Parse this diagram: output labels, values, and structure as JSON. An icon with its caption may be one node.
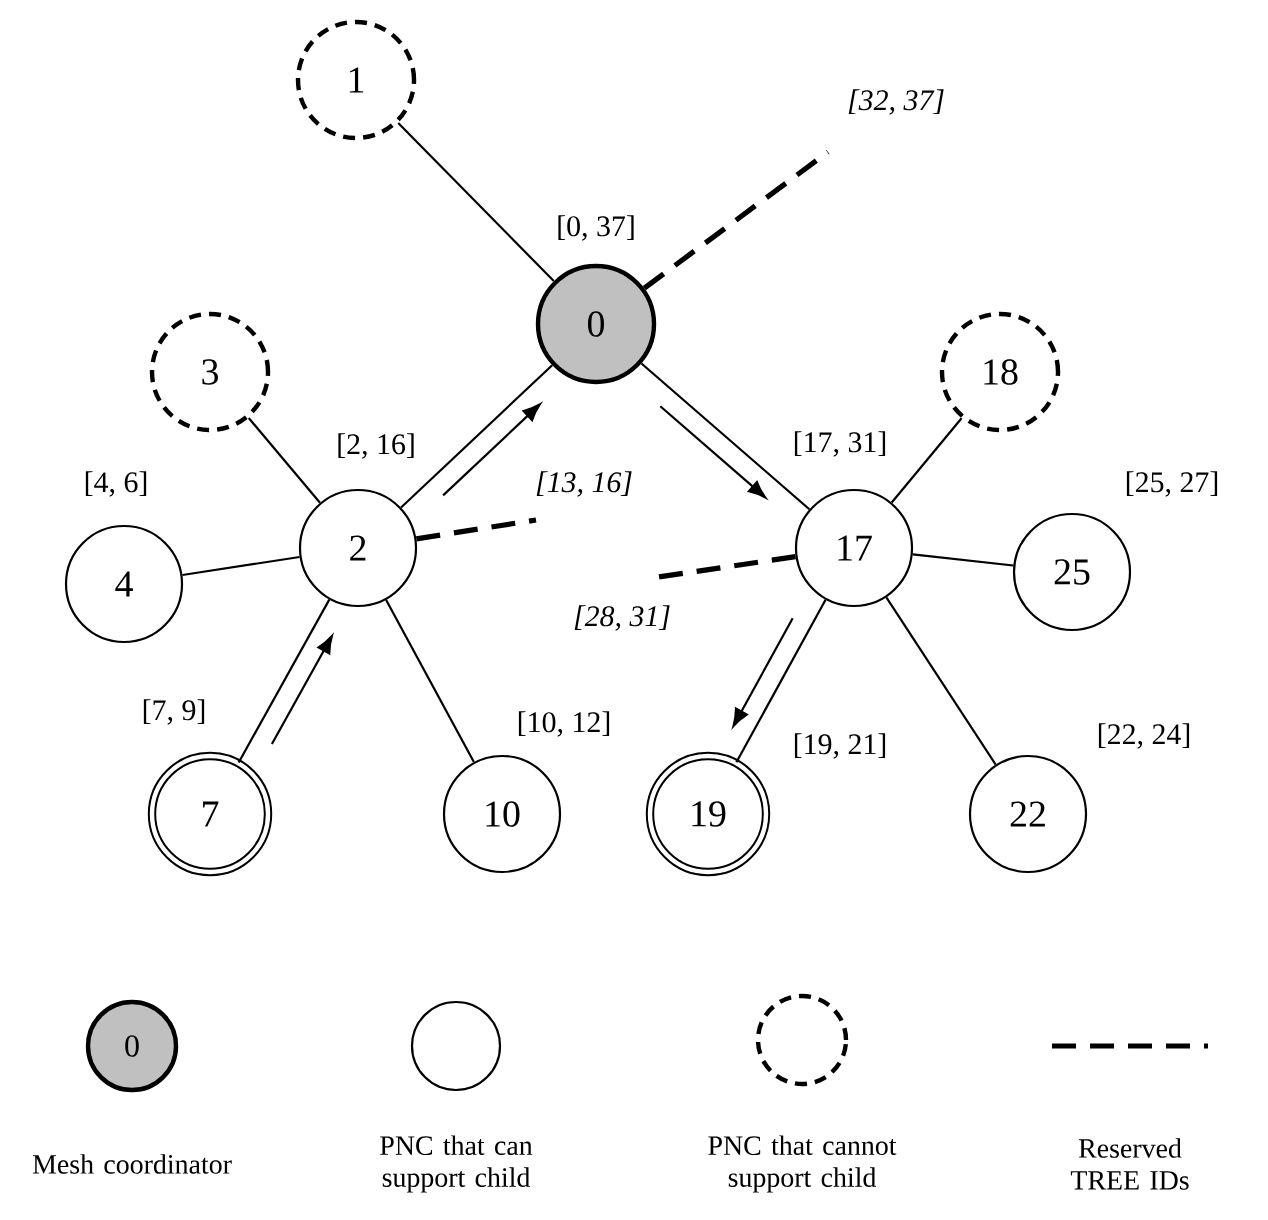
{
  "diagram": {
    "nodes": [
      {
        "text": [
          "1"
        ]
      },
      {
        "text": [
          "0"
        ],
        "beside": [
          "[0, 37]"
        ]
      },
      {
        "text": [
          "3"
        ]
      },
      {
        "text": [
          "18"
        ]
      },
      {
        "text": [
          "2"
        ],
        "beside": [
          "[2, 16]"
        ]
      },
      {
        "text": [
          "4"
        ],
        "beside": [
          "[4, 6]"
        ]
      },
      {
        "text": [
          "17"
        ],
        "beside": [
          "[17, 31]"
        ]
      },
      {
        "text": [
          "25"
        ],
        "beside": [
          "[25, 27]"
        ]
      },
      {
        "text": [
          "7"
        ],
        "beside": [
          "[7, 9]"
        ]
      },
      {
        "text": [
          "10"
        ],
        "beside": [
          "[10, 12]"
        ]
      },
      {
        "text": [
          "19"
        ],
        "beside": [
          "[19, 21]"
        ]
      },
      {
        "text": [
          "22"
        ],
        "beside": [
          "[22, 24]"
        ]
      }
    ],
    "edges": [
      {
        "from": 0,
        "to": 1,
        "arrow": "none"
      },
      {
        "from": 1,
        "to": 4,
        "arrow": "none"
      },
      {
        "from": 1,
        "to": 6,
        "arrow": "none"
      },
      {
        "from": 4,
        "to": 2,
        "arrow": "none"
      },
      {
        "from": 4,
        "to": 5,
        "arrow": "none"
      },
      {
        "from": 4,
        "to": 8,
        "arrow": "none"
      },
      {
        "from": 4,
        "to": 9,
        "arrow": "none"
      },
      {
        "from": 6,
        "to": 3,
        "arrow": "none"
      },
      {
        "from": 6,
        "to": 7,
        "arrow": "none"
      },
      {
        "from": 6,
        "to": 10,
        "arrow": "none"
      },
      {
        "from": 6,
        "to": 11,
        "arrow": "none"
      },
      {
        "from": 1,
        "to": null,
        "arrow": "none",
        "style": "dashed",
        "label": "[32, 37]"
      },
      {
        "from": 4,
        "to": null,
        "arrow": "none",
        "style": "dashed",
        "label": "[13, 16]"
      },
      {
        "from": 6,
        "to": null,
        "arrow": "none",
        "style": "dashed",
        "label": "[28, 31]"
      },
      {
        "from": 8,
        "to": 4,
        "arrow": "to"
      },
      {
        "from": 4,
        "to": 1,
        "arrow": "to"
      },
      {
        "from": 1,
        "to": 6,
        "arrow": "to"
      },
      {
        "from": 6,
        "to": 10,
        "arrow": "to"
      }
    ],
    "labels": [
      "0"
    ],
    "legend": [
      {
        "text": "Mesh coordinator"
      },
      {
        "text": "PNC that can support child"
      },
      {
        "text": "PNC that cannot support child"
      },
      {
        "text": "Reserved TREE IDs"
      }
    ]
  }
}
